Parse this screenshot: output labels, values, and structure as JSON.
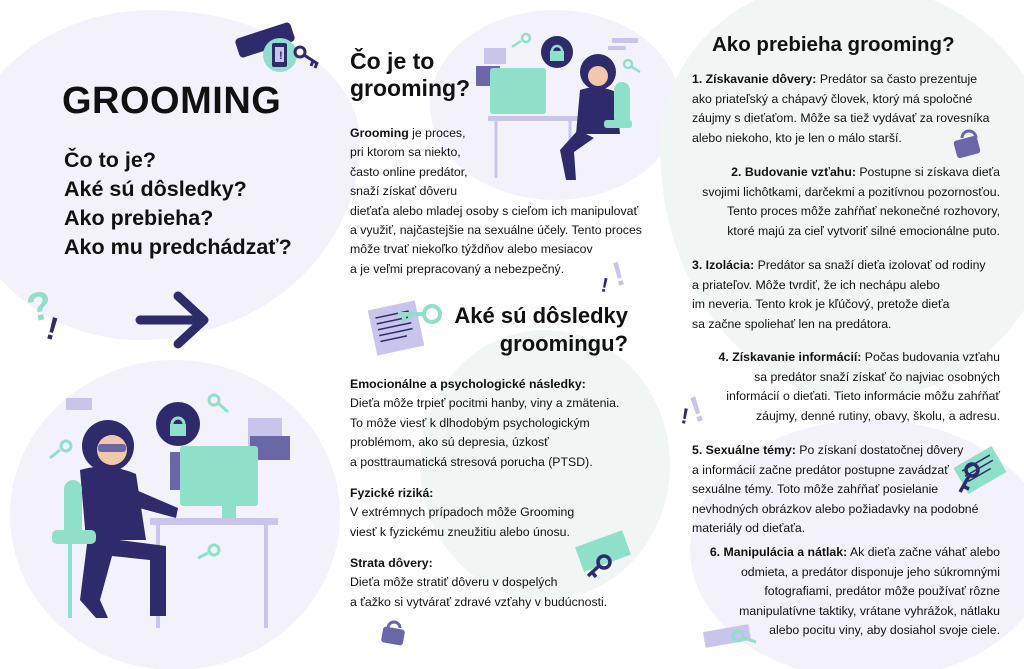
{
  "left": {
    "title": "GROOMING",
    "questions": [
      "Čo to je?",
      "Aké sú dôsledky?",
      "Ako prebieha?",
      "Ako mu predchádzať?"
    ]
  },
  "what": {
    "heading_line1": "Čo je to",
    "heading_line2": "grooming?",
    "lead": "Grooming",
    "body_lines": [
      " je proces,",
      "pri ktorom sa niekto,",
      "často online predátor,",
      "snaží získať dôveru",
      "dieťaťa alebo mladej osoby s cieľom ich manipulovať",
      "a využiť, najčastejšie na sexuálne účely. Tento proces",
      "môže trvať niekoľko týždňov alebo mesiacov",
      "a je veľmi prepracovaný a nebezpečný."
    ]
  },
  "consequences": {
    "heading_line1": "Aké sú dôsledky",
    "heading_line2": "groomingu?",
    "sections": [
      {
        "title": "Emocionálne a psychologické následky:",
        "lines": [
          "Dieťa môže trpieť pocitmi hanby, viny a zmätenia.",
          "To môže viesť k dlhodobým psychologickým",
          "problémom, ako sú depresia, úzkosť",
          "a posttraumatická stresová porucha (PTSD)."
        ]
      },
      {
        "title": "Fyzické riziká:",
        "lines": [
          "V extrémnych prípadoch môže Grooming",
          "viesť k fyzickému zneužitiu alebo únosu."
        ]
      },
      {
        "title": "Strata dôvery:",
        "lines": [
          "Dieťa môže stratiť dôveru v dospelých",
          "a ťažko si vytvárať zdravé vzťahy v budúcnosti."
        ]
      }
    ]
  },
  "how": {
    "heading": "Ako prebieha grooming?",
    "steps": [
      {
        "title": "1. Získavanie dôvery:",
        "first": " Predátor sa často prezentuje",
        "lines": [
          "ako priateľský a chápavý človek, ktorý má spoločné",
          "záujmy s dieťaťom. Môže sa tiež vydávať za rovesníka",
          "alebo niekoho, kto je len o málo starší."
        ]
      },
      {
        "title": "2. Budovanie vzťahu:",
        "first": " Postupne si získava dieťa",
        "lines": [
          "svojimi lichôtkami, darčekmi a pozitívnou pozornosťou.",
          "Tento proces môže zahŕňať nekonečné rozhovory,",
          "ktoré majú za cieľ vytvoriť silné emocionálne puto."
        ]
      },
      {
        "title": "3. Izolácia:",
        "first": " Predátor sa snaží dieťa izolovať od rodiny",
        "lines": [
          "a priateľov. Môže tvrdiť, že ich nechápu alebo",
          "im neveria. Tento krok je kľúčový, pretože dieťa",
          "sa začne spoliehať len na predátora."
        ]
      },
      {
        "title": "4. Získavanie informácií:",
        "first": " Počas budovania vzťahu",
        "lines": [
          "sa predátor snaží získať čo najviac osobných",
          "informácií o dieťati. Tieto informácie môžu zahŕňať",
          "záujmy, denné rutiny, obavy, školu, a adresu."
        ]
      },
      {
        "title": "5. Sexuálne témy:",
        "first": " Po získaní dostatočnej dôvery",
        "lines": [
          "a informácií začne predátor postupne zavádzať",
          "sexuálne témy. Toto môže zahŕňať posielanie",
          "nevhodných obrázkov alebo požiadavky na podobné",
          "materiály od dieťaťa."
        ]
      },
      {
        "title": "6. Manipulácia a nátlak:",
        "first": " Ak dieťa začne váhať alebo",
        "lines": [
          "odmieta, a predátor disponuje jeho súkromnými",
          "fotografiami, predátor môže používať rôzne",
          "manipulatívne taktiky, vrátane vyhrážok, nátlaku",
          "alebo pocitu viny, aby dosiahol svoje ciele."
        ]
      }
    ]
  },
  "colors": {
    "purple": "#2e2a6b",
    "mint": "#8fe0c8",
    "lavender": "#c9c4ec",
    "ink": "#111111"
  },
  "icons": [
    "arrow-right-icon",
    "phone-alert-icon",
    "key-icon",
    "padlock-icon",
    "exclamation-icon",
    "question-icon",
    "document-icon",
    "hacker-illustration"
  ]
}
